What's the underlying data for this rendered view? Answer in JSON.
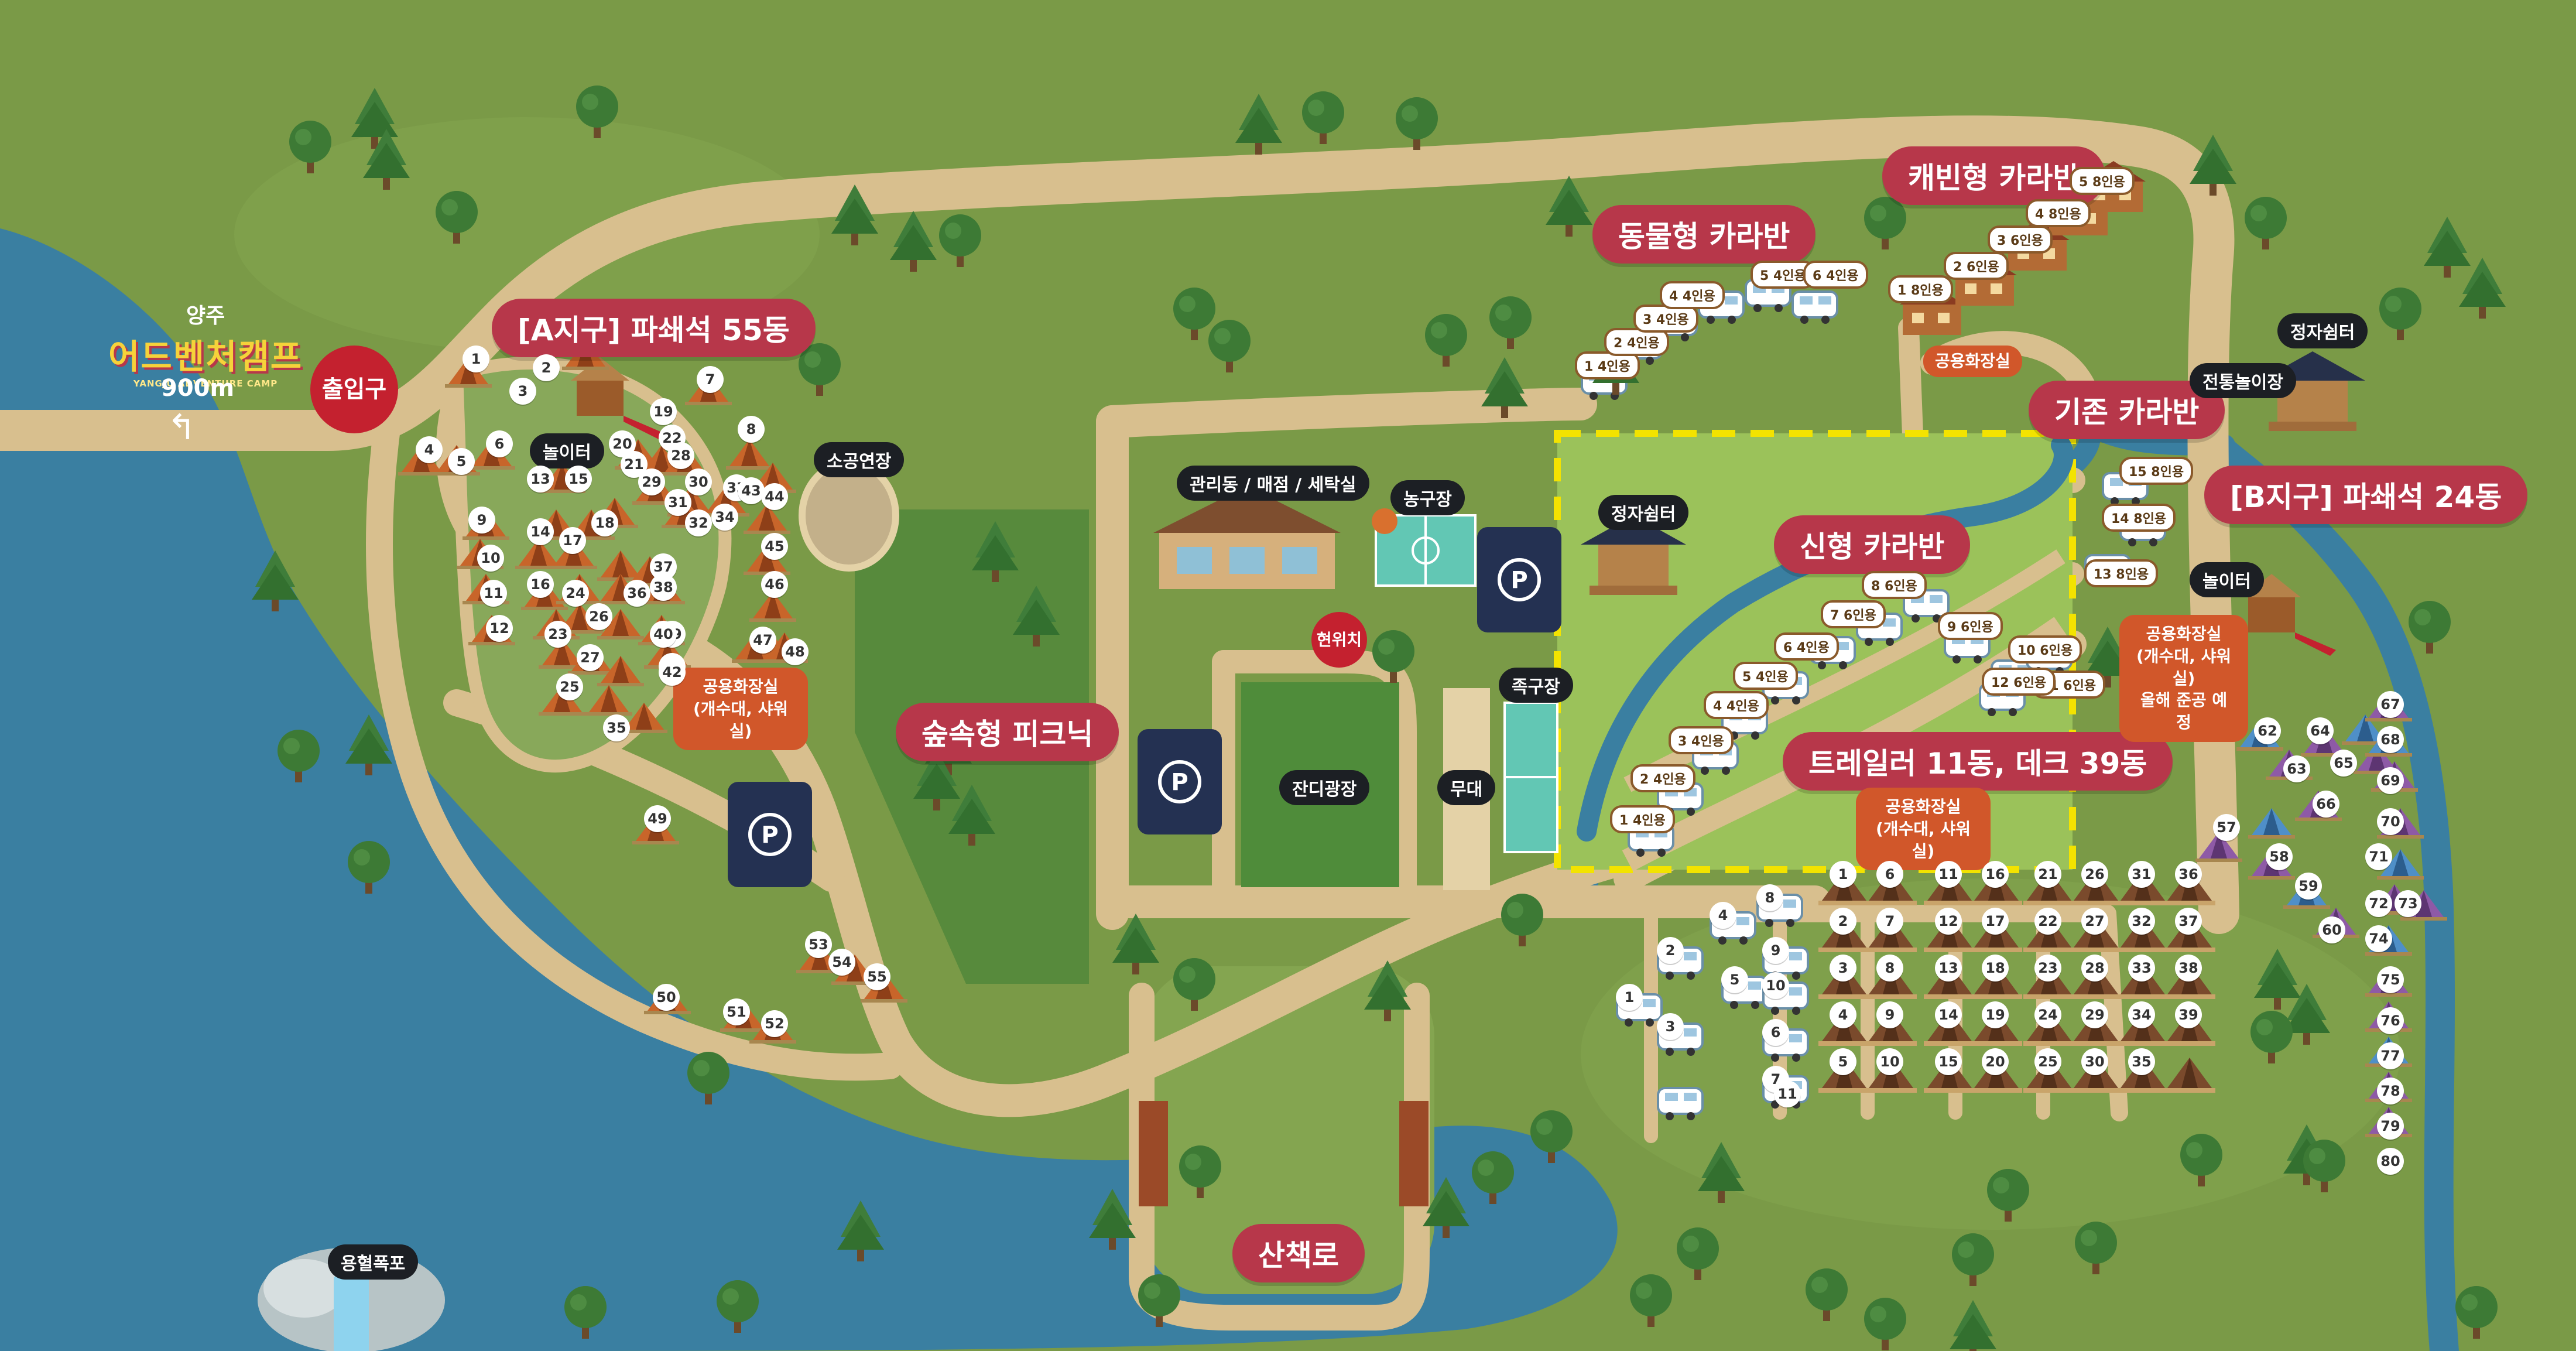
{
  "logo": {
    "line1": "양주",
    "line2": "어드벤처캠프",
    "line3": "YANGJU ADVENTURE CAMP"
  },
  "distance_label": "900m",
  "entrance_label": "출입구",
  "zones": {
    "a_zone": "[A지구] 파쇄석 55동",
    "b_zone": "[B지구] 파쇄석 24동",
    "animal_caravan": "동물형 카라반",
    "cabin_caravan": "캐빈형 카라반",
    "existing_caravan": "기존 카라반",
    "new_caravan": "신형 카라반",
    "trailer_deck": "트레일러 11동, 데크 39동",
    "forest_picnic": "숲속형 피크닉",
    "walking_path": "산책로"
  },
  "facility_labels": {
    "playground_a": "놀이터",
    "playground_b": "놀이터",
    "performance_yard": "소공연장",
    "management": "관리동 / 매점 / 세탁실",
    "basketball": "농구장",
    "current_location": "현위치",
    "jokgu": "족구장",
    "lawn_square": "잔디광장",
    "stage": "무대",
    "pavilion_new": "정자쉼터",
    "pavilion_b": "정자쉼터",
    "traditional_play": "전통놀이장",
    "waterfall": "용혈폭포",
    "restroom_cabin": "공용화장실"
  },
  "restroom_a": {
    "line1": "공용화장실",
    "line2": "(개수대, 샤워실)"
  },
  "restroom_trailer": {
    "line1": "공용화장실",
    "line2": "(개수대, 샤워실)"
  },
  "restroom_b": {
    "line1": "공용화장실",
    "line2": "(개수대, 샤워실)",
    "line3": "올해 준공 예정"
  },
  "capacities": {
    "new": [
      "1 4인용",
      "2 4인용",
      "3 4인용",
      "4 4인용",
      "5 4인용",
      "6 4인용",
      "7 6인용",
      "8 6인용",
      "9 6인용",
      "10 6인용",
      "11 6인용",
      "12 6인용"
    ],
    "existing": [
      "13 8인용",
      "14 8인용",
      "15 8인용"
    ],
    "cabin": [
      "1 8인용",
      "2 6인용",
      "3 6인용",
      "4 8인용",
      "5 8인용"
    ],
    "animal": [
      "1 4인용",
      "2 4인용",
      "3 4인용",
      "4 4인용",
      "5 4인용",
      "6 4인용"
    ]
  },
  "a_zone_sites": [
    "1",
    "2",
    "3",
    "4",
    "5",
    "6",
    "7",
    "8",
    "9",
    "10",
    "11",
    "12",
    "13",
    "14",
    "15",
    "16",
    "17",
    "18",
    "19",
    "20",
    "21",
    "22",
    "23",
    "24",
    "25",
    "26",
    "27",
    "28",
    "29",
    "30",
    "31",
    "32",
    "33",
    "34",
    "35",
    "36",
    "37",
    "38",
    "39",
    "40",
    "41",
    "42",
    "43",
    "44",
    "45",
    "46",
    "47",
    "48",
    "49",
    "50",
    "51",
    "52",
    "53",
    "54",
    "55"
  ],
  "b_zone_sites": [
    "57",
    "58",
    "59",
    "60",
    "62",
    "63",
    "64",
    "65",
    "66",
    "67",
    "68",
    "69",
    "70",
    "71",
    "72",
    "73",
    "74",
    "75",
    "76",
    "77",
    "78",
    "79",
    "80"
  ],
  "deck_sites": [
    "1",
    "2",
    "3",
    "4",
    "5",
    "6",
    "7",
    "8",
    "9",
    "10",
    "11",
    "12",
    "13",
    "14",
    "15",
    "16",
    "17",
    "18",
    "19",
    "20",
    "21",
    "22",
    "23",
    "24",
    "25",
    "26",
    "27",
    "28",
    "29",
    "30",
    "31",
    "32",
    "33",
    "34",
    "35",
    "36",
    "37",
    "38",
    "39"
  ],
  "trailer_sites": [
    "1",
    "2",
    "3",
    "4",
    "5",
    "6",
    "7",
    "8",
    "9",
    "10",
    "11"
  ],
  "colors": {
    "grass": "#7a9a47",
    "road": "#d8bf8e",
    "water": "#3a7fa1",
    "pill": "#b7374a",
    "highlight": "#f3e300"
  }
}
